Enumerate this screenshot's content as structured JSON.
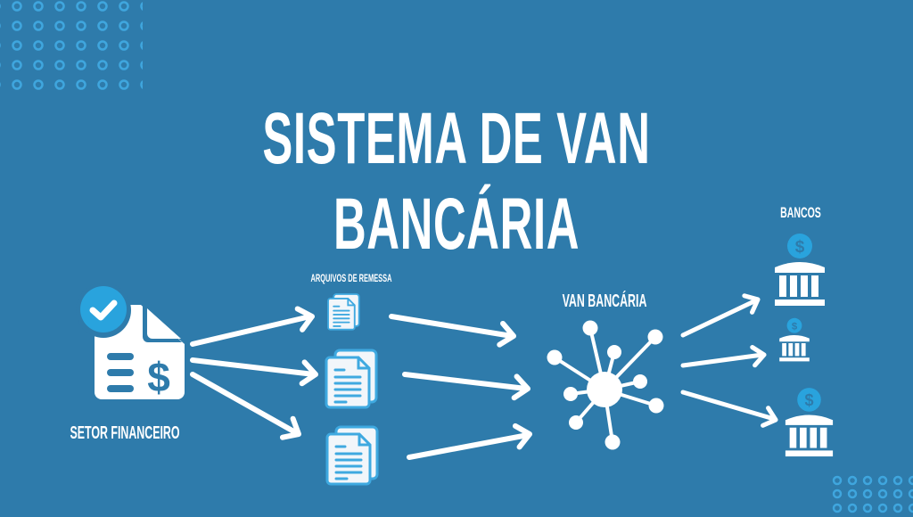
{
  "title": "SISTEMA DE VAN BANCÁRIA",
  "colors": {
    "background": "#2e7bab",
    "foreground": "#ffffff",
    "accent": "#29a3dd",
    "dot_pattern": "#3fa6de"
  },
  "nodes": {
    "setor_financeiro": {
      "label": "SETOR FINANCEIRO",
      "icon": "financial-document-check-icon"
    },
    "arquivos_de_remessa": {
      "label": "ARQUIVOS DE REMESSA",
      "icon": "document-stack-icon",
      "count": 3
    },
    "van_bancaria": {
      "label": "VAN BANCÁRIA",
      "icon": "network-hub-icon"
    },
    "bancos": {
      "label": "BANCOS",
      "icon": "bank-dollar-icon",
      "count": 3
    }
  },
  "flows": [
    {
      "from": "SETOR FINANCEIRO",
      "to": "ARQUIVOS DE REMESSA",
      "arrows": 3
    },
    {
      "from": "ARQUIVOS DE REMESSA",
      "to": "VAN BANCÁRIA",
      "arrows": 3
    },
    {
      "from": "VAN BANCÁRIA",
      "to": "BANCOS",
      "arrows": 3
    }
  ]
}
